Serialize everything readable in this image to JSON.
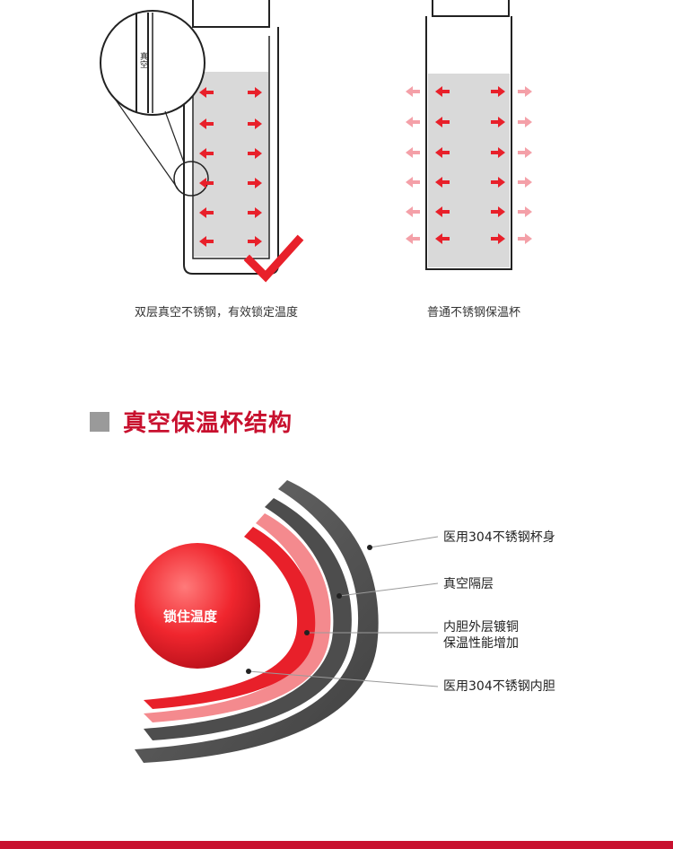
{
  "top": {
    "zoom_label": "真空",
    "left_caption": "双层真空不锈钢，有效锁定温度",
    "right_caption": "普通不锈钢保温杯"
  },
  "section": {
    "title": "真空保温杯结构"
  },
  "structure": {
    "core_label": "锁住温度",
    "layers": [
      {
        "label": "医用304不锈钢杯身"
      },
      {
        "label": "真空隔层"
      },
      {
        "label": "内胆外层镀铜\n保温性能增加"
      },
      {
        "label": "医用304不锈钢内胆"
      }
    ]
  },
  "colors": {
    "accent": "#c8102e",
    "arrow_red": "#e8202a",
    "arrow_pink": "#f4a0a8",
    "shell_gray": "#5a5a5a",
    "liquid_gray": "#d9d9d9"
  }
}
